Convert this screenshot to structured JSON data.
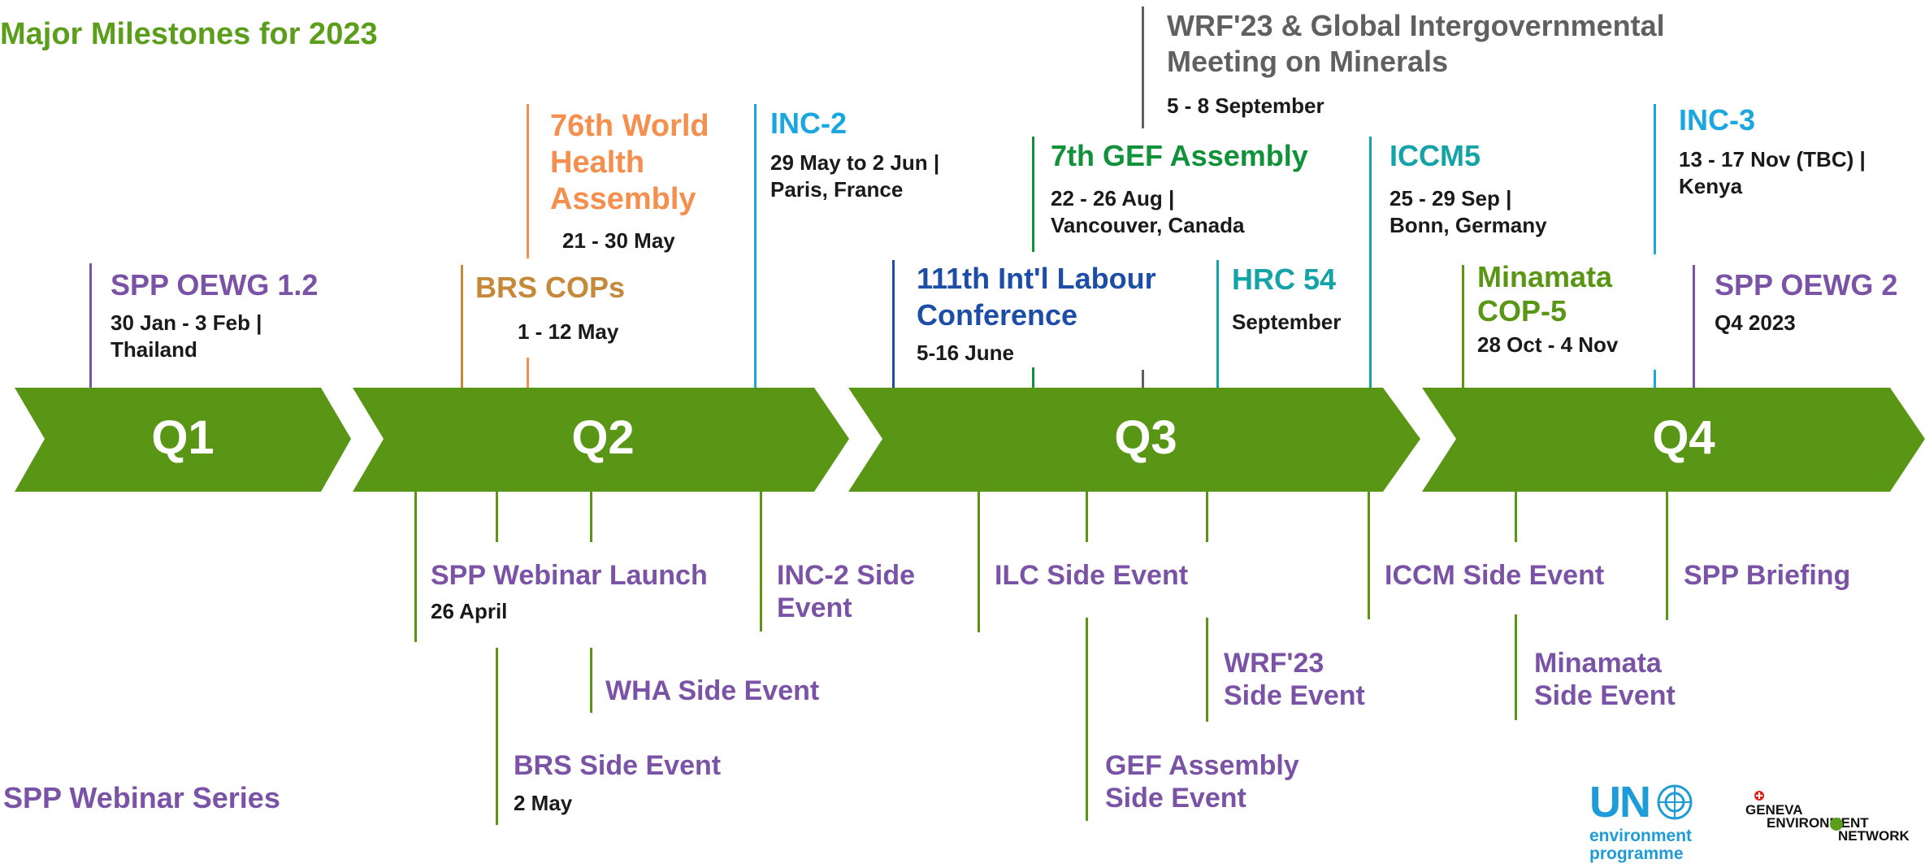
{
  "header": {
    "title": "Major Milestones for 2023",
    "bottom_label": "SPP Webinar Series"
  },
  "colors": {
    "arrow_green": "#5a9615",
    "title_green": "#5a9e1c",
    "purple": "#7a52a6",
    "orange": "#f58f4e",
    "brown": "#c6893a",
    "cyan": "#1aa7df",
    "dark_green": "#11923a",
    "teal": "#14a3a7",
    "navy": "#1c4ea8",
    "gray": "#606060"
  },
  "quarters": [
    "Q1",
    "Q2",
    "Q3",
    "Q4"
  ],
  "events_above": [
    {
      "title": "SPP OEWG 1.2",
      "sub": "30 Jan - 3 Feb |\nThailand"
    },
    {
      "title": "BRS COPs",
      "sub": "1 - 12 May"
    },
    {
      "title": "76th World\nHealth\nAssembly",
      "sub": "21 - 30 May"
    },
    {
      "title": "INC-2",
      "sub": "29 May to 2 Jun |\nParis, France"
    },
    {
      "title": "111th Int'l Labour\nConference",
      "sub": "5-16 June"
    },
    {
      "title": "7th GEF Assembly",
      "sub": "22 - 26 Aug |\nVancouver, Canada"
    },
    {
      "title": "WRF'23 & Global Intergovernmental\nMeeting on Minerals",
      "sub": "5 - 8 September"
    },
    {
      "title": "HRC 54",
      "sub": "September"
    },
    {
      "title": "ICCM5",
      "sub": "25 - 29 Sep |\nBonn, Germany"
    },
    {
      "title": "Minamata\nCOP-5",
      "sub": "28 Oct - 4 Nov"
    },
    {
      "title": "INC-3",
      "sub": "13 - 17 Nov (TBC) |\nKenya"
    },
    {
      "title": "SPP OEWG 2",
      "sub": "Q4 2023"
    }
  ],
  "events_below": [
    {
      "title": "SPP Webinar Launch",
      "sub": "26 April"
    },
    {
      "title": "BRS Side Event",
      "sub": "2 May"
    },
    {
      "title": "WHA Side Event",
      "sub": ""
    },
    {
      "title": "INC-2 Side\nEvent",
      "sub": ""
    },
    {
      "title": "ILC Side Event",
      "sub": ""
    },
    {
      "title": "GEF Assembly\nSide Event",
      "sub": ""
    },
    {
      "title": "WRF'23\nSide Event",
      "sub": ""
    },
    {
      "title": "ICCM Side Event",
      "sub": ""
    },
    {
      "title": "Minamata\nSide Event",
      "sub": ""
    },
    {
      "title": "SPP Briefing",
      "sub": ""
    }
  ],
  "logos": {
    "unep": {
      "main": "UN",
      "line1": "environment",
      "line2": "programme"
    },
    "gen": {
      "line1": "GENEVA",
      "line2": "ENVIRONMENT",
      "line3": "NETWORK"
    }
  }
}
